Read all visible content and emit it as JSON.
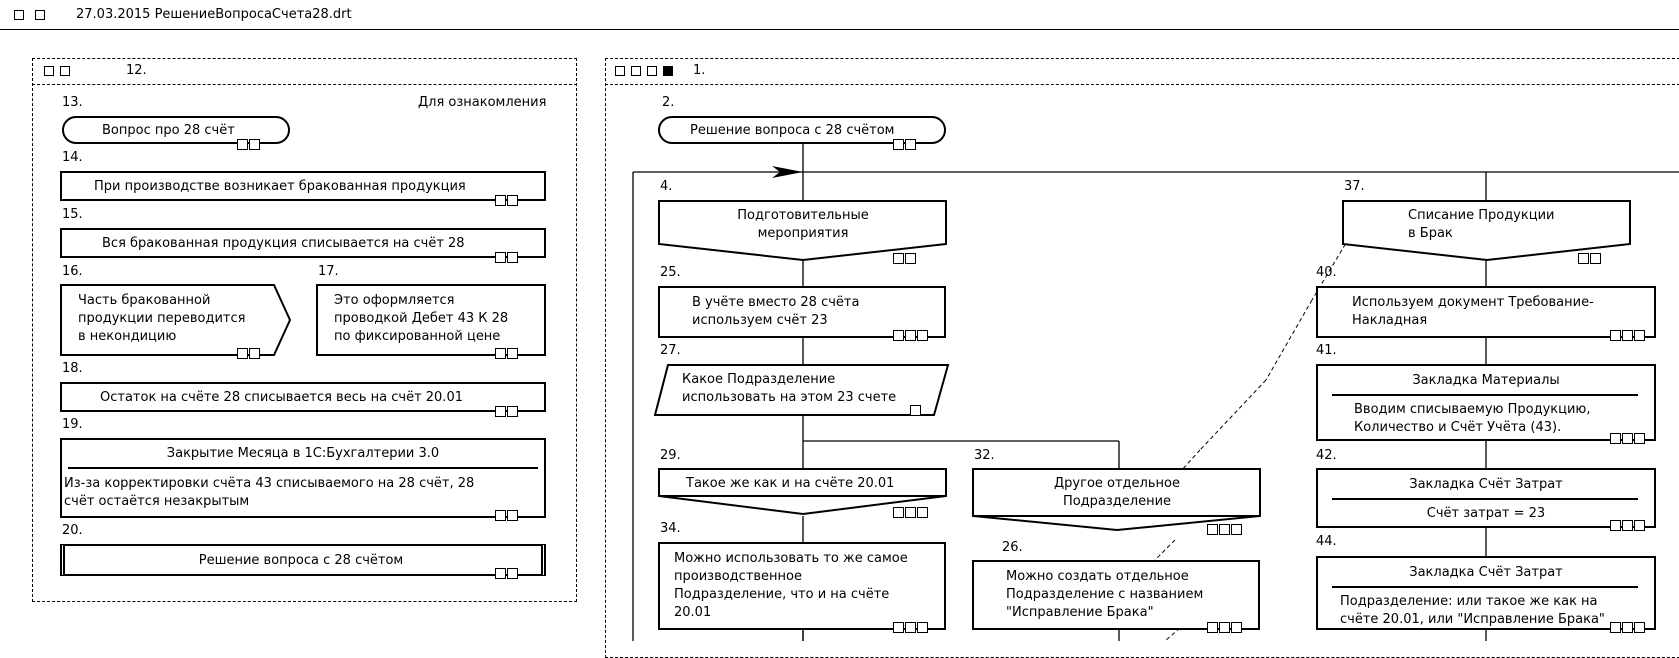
{
  "window": {
    "title": "27.03.2015 РешениеВопросаСчета28.drt"
  },
  "left_group": {
    "number": "12.",
    "note": "Для ознакомления",
    "items": [
      {
        "num": "13.",
        "text": "Вопрос про 28 счёт"
      },
      {
        "num": "14.",
        "text": "При производстве возникает бракованная продукция"
      },
      {
        "num": "15.",
        "text": "Вся бракованная продукция списывается на счёт 28"
      },
      {
        "num": "16.",
        "lines": [
          "Часть бракованной",
          "продукции переводится",
          "в некондицию"
        ]
      },
      {
        "num": "17.",
        "lines": [
          "Это оформляется",
          "проводкой Дебет 43 К 28",
          "по фиксированной цене"
        ]
      },
      {
        "num": "18.",
        "text": "Остаток на счёте 28 списывается весь на счёт 20.01"
      },
      {
        "num": "19.",
        "header": "Закрытие Месяца в 1С:Бухгалтерии 3.0",
        "lines": [
          "Из-за корректировки счёта 43 списываемого на 28 счёт, 28",
          "счёт остаётся незакрытым"
        ]
      },
      {
        "num": "20.",
        "text": "Решение вопроса с 28 счётом"
      }
    ]
  },
  "right_group": {
    "number": "1.",
    "nodes": {
      "n2": {
        "num": "2.",
        "text": "Решение вопроса с 28 счётом"
      },
      "n4": {
        "num": "4.",
        "lines": [
          "Подготовительные",
          "мероприятия"
        ]
      },
      "n25": {
        "num": "25.",
        "lines": [
          "В учёте вместо 28 счёта",
          "используем счёт 23"
        ]
      },
      "n27": {
        "num": "27.",
        "lines": [
          "Какое Подразделение",
          "использовать на этом 23 счете"
        ]
      },
      "n29": {
        "num": "29.",
        "text": "Такое же как и на счёте 20.01"
      },
      "n32": {
        "num": "32.",
        "lines": [
          "Другое отдельное",
          "Подразделение"
        ]
      },
      "n34": {
        "num": "34.",
        "lines": [
          "Можно использовать то же самое",
          "производственное",
          "Подразделение, что и на счёте",
          "20.01"
        ]
      },
      "n26": {
        "num": "26.",
        "lines": [
          "Можно создать отдельное",
          "Подразделение с названием",
          "\"Исправление Брака\""
        ]
      },
      "n37": {
        "num": "37.",
        "lines": [
          "Списание Продукции",
          "в Брак"
        ]
      },
      "n40": {
        "num": "40.",
        "lines": [
          "Используем документ Требование-",
          "Накладная"
        ]
      },
      "n41": {
        "num": "41.",
        "header": "Закладка Материалы",
        "lines": [
          "Вводим списываемую Продукцию,",
          "Количество и Счёт Учёта (43)."
        ]
      },
      "n42": {
        "num": "42.",
        "header": "Закладка Счёт Затрат",
        "lines": [
          "Счёт затрат = 23"
        ]
      },
      "n44": {
        "num": "44.",
        "header": "Закладка Счёт Затрат",
        "lines": [
          "Подразделение: или такое же как на",
          "счёте 20.01, или \"Исправление Брака\""
        ]
      }
    }
  }
}
